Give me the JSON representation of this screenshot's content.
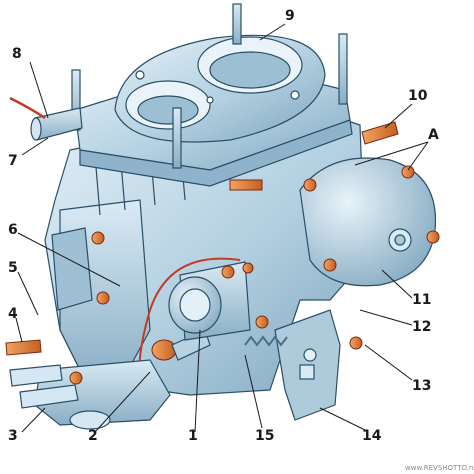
{
  "callouts": {
    "c1": "1",
    "c2": "2",
    "c3": "3",
    "c4": "4",
    "c5": "5",
    "c6": "6",
    "c7": "7",
    "c8": "8",
    "c9": "9",
    "c10": "10",
    "c11": "11",
    "c12": "12",
    "c13": "13",
    "c14": "14",
    "c15": "15",
    "cA": "A"
  },
  "watermark": "www.REVSHOTTO.ru",
  "colors": {
    "metal_light": "#cfe3ef",
    "metal_mid": "#a8c9dc",
    "metal_dark": "#6e97b0",
    "outline": "#2a4f66",
    "brass": "#e0823c",
    "copper_wire": "#c23b22"
  }
}
